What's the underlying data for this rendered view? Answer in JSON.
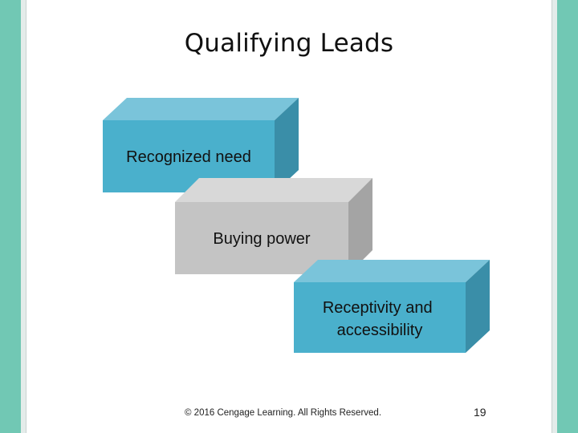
{
  "slide": {
    "title": "Qualifying Leads",
    "steps": [
      {
        "label": [
          "Recognized need"
        ],
        "face_color": "#4ab0cc",
        "top_color": "#7ac4da",
        "side_color": "#3a8ea8"
      },
      {
        "label": [
          "Buying power"
        ],
        "face_color": "#c4c4c4",
        "top_color": "#d8d8d8",
        "side_color": "#a4a4a4"
      },
      {
        "label": [
          "Receptivity and",
          "accessibility"
        ],
        "face_color": "#4ab0cc",
        "top_color": "#7ac4da",
        "side_color": "#3a8ea8"
      }
    ],
    "copyright": "© 2016 Cengage Learning. All Rights Reserved.",
    "page_number": "19",
    "frame_color": "#71c8b4"
  }
}
